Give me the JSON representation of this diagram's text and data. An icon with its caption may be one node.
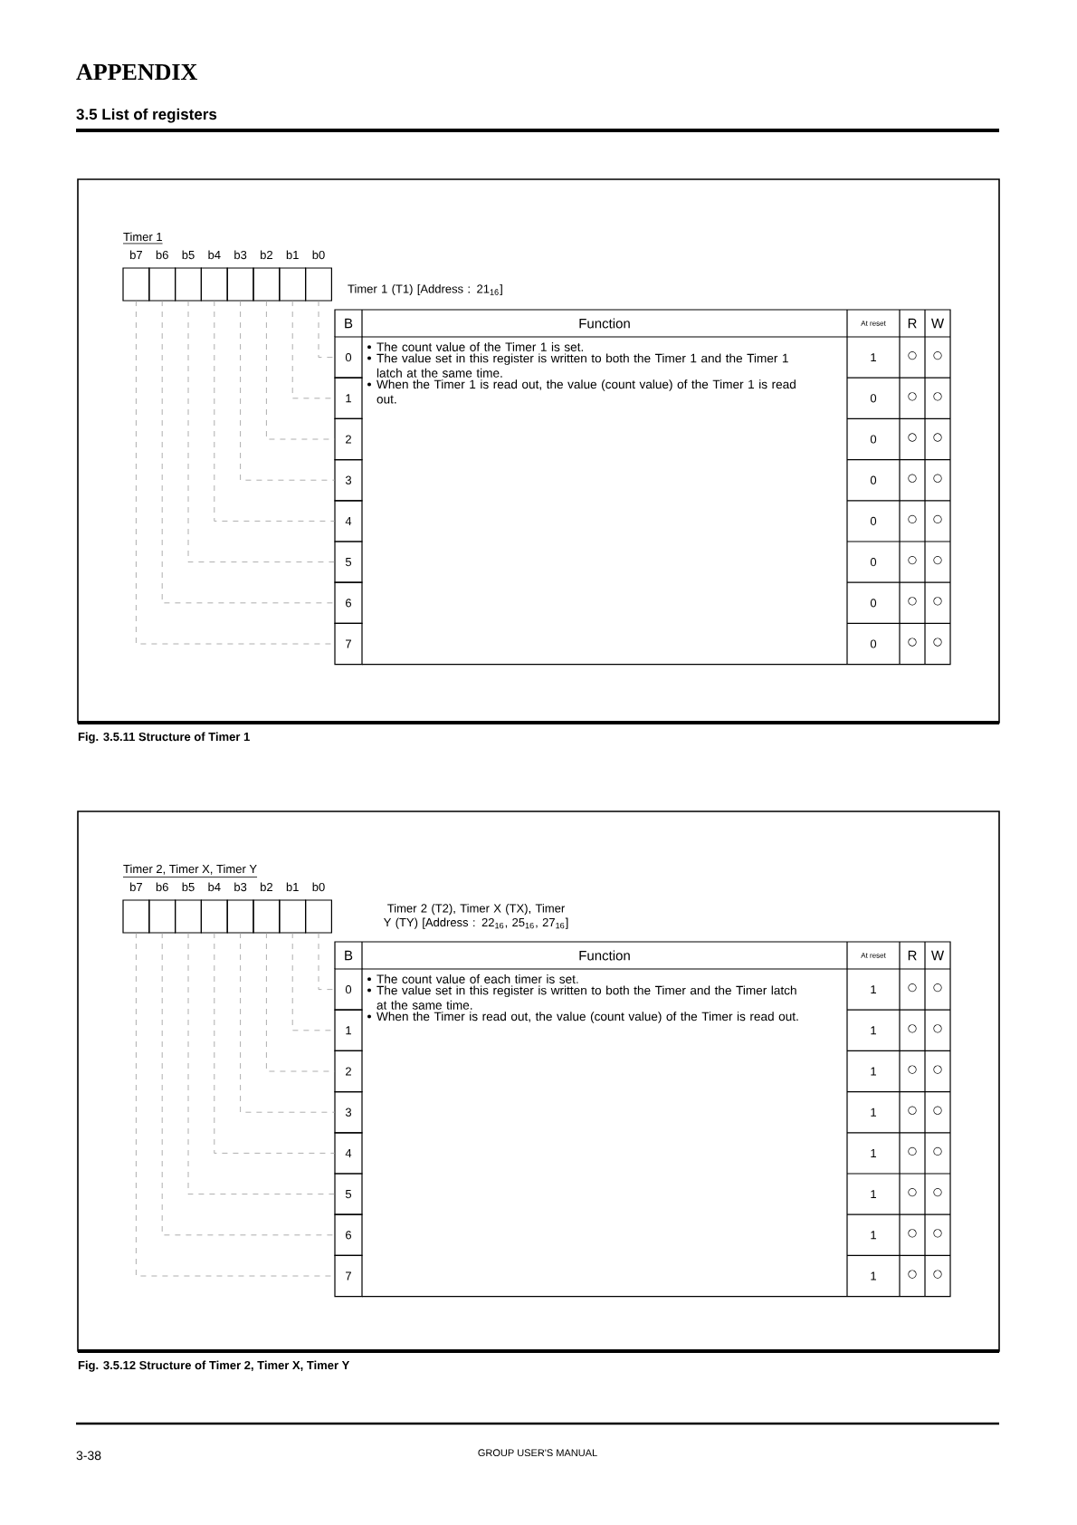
{
  "diagram": {
    "nodes": [
      {
        "text": [],
        "shape": "box"
      },
      {
        "text": [],
        "shape": "box"
      },
      {
        "text": [],
        "shape": "box"
      },
      {
        "text": [],
        "shape": "box"
      },
      {
        "text": [],
        "shape": "box"
      },
      {
        "text": [],
        "shape": "box"
      },
      {
        "text": [],
        "shape": "box"
      },
      {
        "text": [],
        "shape": "box"
      },
      {
        "text": [
          "0"
        ]
      },
      {
        "text": [
          "1"
        ]
      },
      {
        "text": [
          "2"
        ]
      },
      {
        "text": [
          "3"
        ]
      },
      {
        "text": [
          "4"
        ]
      },
      {
        "text": [
          "5"
        ]
      },
      {
        "text": [
          "6"
        ]
      },
      {
        "text": [
          "7"
        ]
      },
      {
        "text": [],
        "shape": "box"
      },
      {
        "text": [],
        "shape": "box"
      },
      {
        "text": [],
        "shape": "box"
      },
      {
        "text": [],
        "shape": "box"
      },
      {
        "text": [],
        "shape": "box"
      },
      {
        "text": [],
        "shape": "box"
      },
      {
        "text": [],
        "shape": "box"
      },
      {
        "text": [],
        "shape": "box"
      },
      {
        "text": [
          "0"
        ]
      },
      {
        "text": [
          "1"
        ]
      },
      {
        "text": [
          "2"
        ]
      },
      {
        "text": [
          "3"
        ]
      },
      {
        "text": [
          "4"
        ]
      },
      {
        "text": [
          "5"
        ]
      },
      {
        "text": [
          "6"
        ]
      },
      {
        "text": [
          "7"
        ]
      }
    ],
    "edges": [
      {
        "from": 7,
        "to": 8,
        "arrow": "none",
        "style": "dashed"
      },
      {
        "from": 6,
        "to": 9,
        "arrow": "none",
        "style": "dashed"
      },
      {
        "from": 5,
        "to": 10,
        "arrow": "none",
        "style": "dashed"
      },
      {
        "from": 4,
        "to": 11,
        "arrow": "none",
        "style": "dashed"
      },
      {
        "from": 3,
        "to": 12,
        "arrow": "none",
        "style": "dashed"
      },
      {
        "from": 2,
        "to": 13,
        "arrow": "none",
        "style": "dashed"
      },
      {
        "from": 1,
        "to": 14,
        "arrow": "none",
        "style": "dashed"
      },
      {
        "from": 0,
        "to": 15,
        "arrow": "none",
        "style": "dashed"
      },
      {
        "from": 23,
        "to": 24,
        "arrow": "none",
        "style": "dashed"
      },
      {
        "from": 22,
        "to": 25,
        "arrow": "none",
        "style": "dashed"
      },
      {
        "from": 21,
        "to": 26,
        "arrow": "none",
        "style": "dashed"
      },
      {
        "from": 20,
        "to": 27,
        "arrow": "none",
        "style": "dashed"
      },
      {
        "from": 19,
        "to": 28,
        "arrow": "none",
        "style": "dashed"
      },
      {
        "from": 18,
        "to": 29,
        "arrow": "none",
        "style": "dashed"
      },
      {
        "from": 17,
        "to": 30,
        "arrow": "none",
        "style": "dashed"
      },
      {
        "from": 16,
        "to": 31,
        "arrow": "none",
        "style": "dashed"
      }
    ],
    "labels": [
      "APPENDIX",
      "3.5 List of registers",
      "Timer 1",
      "b7",
      "b6",
      "b5",
      "b4",
      "b3",
      "b2",
      "b1",
      "b0",
      "Timer 1 (T1)  [Address : 21$_{16}$]",
      "B",
      "Function",
      "At reset",
      "R",
      "W",
      "The count value of the Timer 1 is set.",
      "The value set in this register is written to both the Timer 1 and the Timer 1 latch at the same time.",
      "When the Timer 1 is read out, the value (count value) of the Timer 1 is read out.",
      "1",
      "○",
      "○",
      "0",
      "○",
      "○",
      "0",
      "○",
      "○",
      "0",
      "○",
      "○",
      "0",
      "○",
      "○",
      "0",
      "○",
      "○",
      "0",
      "○",
      "○",
      "0",
      "○",
      "○",
      "Fig. 3.5.11 Structure of Timer 1",
      "Timer 2, Timer X, Timer Y",
      "b7",
      "b6",
      "b5",
      "b4",
      "b3",
      "b2",
      "b1",
      "b0",
      "Timer 2 (T2), Timer X (TX), Timer Y (TY) [Address : 22$_{16}$, 25$_{16}$, 27$_{16}$]",
      "B",
      "Function",
      "At reset",
      "R",
      "W",
      "The count value of each timer is set.",
      "The value set in this register is written to both the Timer and the Timer latch at the same time.",
      "When the Timer is read out, the value (count value) of the Timer is read out.",
      "1",
      "○",
      "○",
      "1",
      "○",
      "○",
      "1",
      "○",
      "○",
      "1",
      "○",
      "○",
      "1",
      "○",
      "○",
      "1",
      "○",
      "○",
      "1",
      "○",
      "○",
      "1",
      "○",
      "○",
      "Fig. 3.5.12 Structure of Timer 2, Timer X, Timer Y",
      "3-38",
      "GROUP USER'S MANUAL"
    ]
  }
}
